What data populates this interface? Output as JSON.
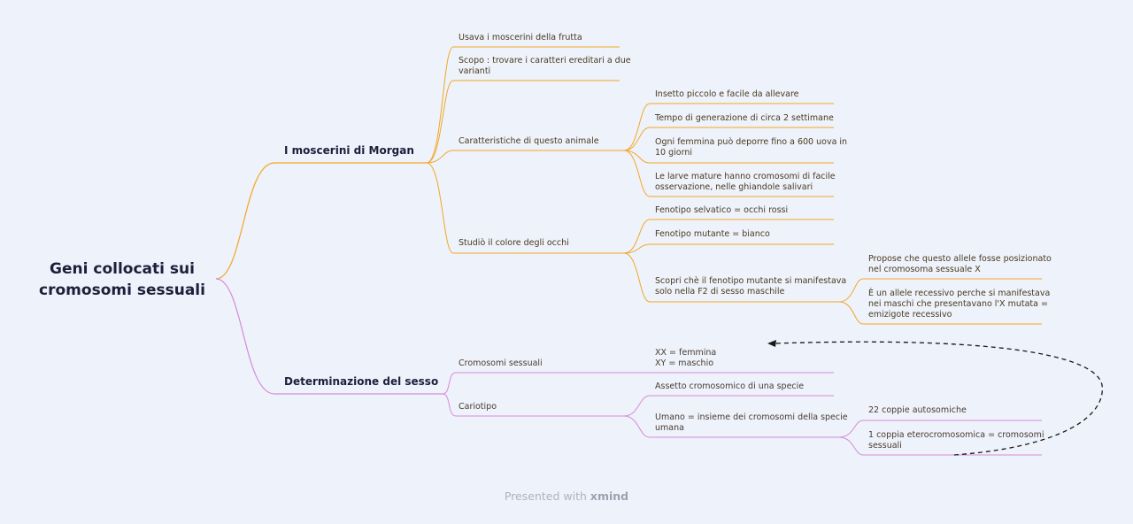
{
  "root": {
    "line1": "Geni collocati sui",
    "line2": "cromosomi sessuali"
  },
  "branches": {
    "morgan": {
      "title": "I moscerini di Morgan",
      "items": {
        "frutta": "Usava i moscerini della frutta",
        "scopo_1": "Scopo : trovare i caratteri ereditari a due",
        "scopo_2": "varianti",
        "caratteristiche": {
          "label": "Caratteristiche di questo animale",
          "children": [
            [
              "Insetto piccolo e facile da allevare"
            ],
            [
              "Tempo di generazione di circa 2 settimane"
            ],
            [
              "Ogni femmina può deporre fino a 600 uova in",
              "10 giorni"
            ],
            [
              "Le larve mature hanno cromosomi di facile",
              "osservazione, nelle ghiandole salivari"
            ]
          ]
        },
        "colore": {
          "label": "Studiò il colore degli occhi",
          "children": {
            "selvatico": "Fenotipo selvatico = occhi rossi",
            "mutante": "Fenotipo mutante = bianco",
            "scopri_1": "Scopri chè il fenotipo mutante si manifestava",
            "scopri_2": "solo nella F2 di sesso maschile",
            "propose_1": "Propose che questo allele fosse posizionato",
            "propose_2": "nel cromosoma sessuale X",
            "recessivo_1": "È un allele recessivo perche si manifestava",
            "recessivo_2": "nei maschi che presentavano l'X mutata =",
            "recessivo_3": "emizigote recessivo"
          }
        }
      }
    },
    "sesso": {
      "title": "Determinazione del sesso",
      "items": {
        "cromosomi_label": "Cromosomi sessuali",
        "xx": "XX = femmina",
        "xy": "XY = maschio",
        "cariotipo": "Cariotipo",
        "assetto": "Assetto cromosomico di una specie",
        "umano_1": "Umano = insieme dei cromosomi della specie",
        "umano_2": "umana",
        "autosomiche": "22 coppie autosomiche",
        "etero_1": "1 coppia eterocromosomica = cromosomi",
        "etero_2": "sessuali"
      }
    }
  },
  "footer": {
    "prefix": "Presented with",
    "brand": "xmind"
  },
  "colors": {
    "orange": "#f5a623",
    "pink": "#d98ad6",
    "background": "#edf2fb",
    "relation": "#1a1a1a"
  }
}
